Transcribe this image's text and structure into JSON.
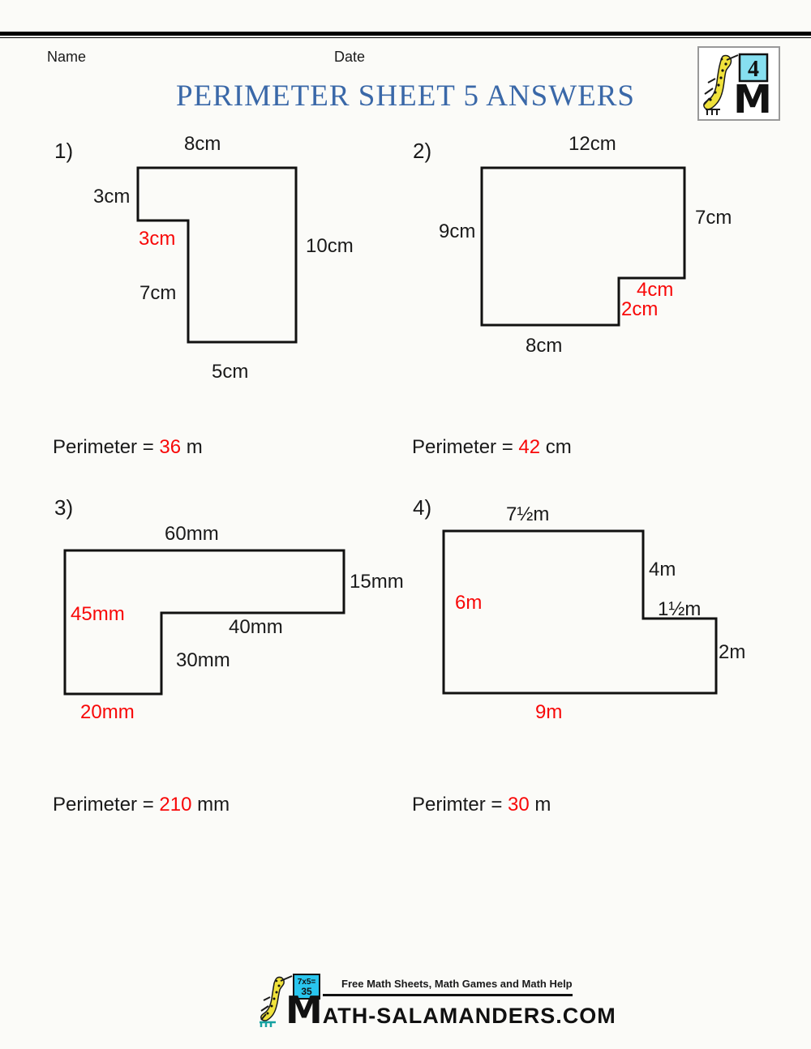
{
  "page": {
    "name_label": "Name",
    "date_label": "Date",
    "title": "PERIMETER SHEET 5 ANSWERS"
  },
  "colors": {
    "answer_red": "#f80808",
    "title_blue": "#3a68a8",
    "badge_cyan": "#86dff0",
    "footer_cyan": "#29c5ee",
    "salamander_yellow": "#f0e23b"
  },
  "badge": {
    "grade": "4",
    "letter": "M"
  },
  "problems": [
    {
      "number": "1)",
      "labels": [
        {
          "text": "8cm"
        },
        {
          "text": "3cm"
        },
        {
          "text": "3cm",
          "red": true
        },
        {
          "text": "10cm"
        },
        {
          "text": "7cm"
        },
        {
          "text": "5cm"
        }
      ],
      "answer": {
        "prefix": "Perimeter = ",
        "value": "36",
        "suffix": " m"
      }
    },
    {
      "number": "2)",
      "labels": [
        {
          "text": "12cm"
        },
        {
          "text": "9cm"
        },
        {
          "text": "7cm"
        },
        {
          "text": "4cm",
          "red": true
        },
        {
          "text": "2cm",
          "red": true
        },
        {
          "text": "8cm"
        }
      ],
      "answer": {
        "prefix": "Perimeter = ",
        "value": "42",
        "suffix": " cm"
      }
    },
    {
      "number": "3)",
      "labels": [
        {
          "text": "60mm"
        },
        {
          "text": "15mm"
        },
        {
          "text": "45mm",
          "red": true
        },
        {
          "text": "40mm"
        },
        {
          "text": "30mm"
        },
        {
          "text": "20mm",
          "red": true
        }
      ],
      "answer": {
        "prefix": "Perimeter = ",
        "value": "210",
        "suffix": " mm"
      }
    },
    {
      "number": "4)",
      "labels": [
        {
          "text": "7½m"
        },
        {
          "text": "4m"
        },
        {
          "text": "6m",
          "red": true
        },
        {
          "text": "1½m"
        },
        {
          "text": "2m"
        },
        {
          "text": "9m",
          "red": true
        }
      ],
      "answer": {
        "prefix": "Perimter = ",
        "value": "30",
        "suffix": " m"
      }
    }
  ],
  "footer": {
    "board_line1": "7x5=",
    "board_line2": "35",
    "tagline": "Free Math Sheets, Math Games and Math Help",
    "site_initial": "M",
    "site_rest": "ATH-SALAMANDERS.COM"
  }
}
